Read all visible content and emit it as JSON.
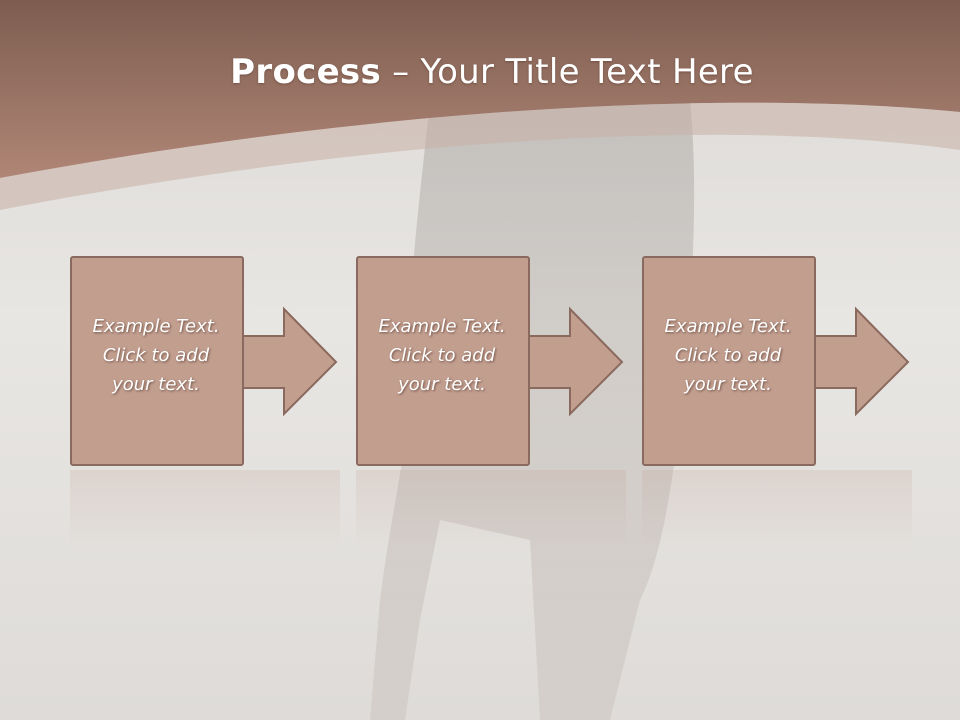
{
  "colors": {
    "header_top": "#7d5d50",
    "header_bottom": "#b08676",
    "box_fill": "#c29e8f",
    "box_stroke": "#8a6a5e",
    "text": "#ffffff"
  },
  "slide": {
    "title_bold": "Process",
    "title_rest": " – Your Title Text Here"
  },
  "steps": [
    {
      "lines": [
        "Example Text.",
        "Click  to add",
        "your text."
      ]
    },
    {
      "lines": [
        "Example Text.",
        "Click  to add",
        "your text."
      ]
    },
    {
      "lines": [
        "Example Text.",
        "Click  to add",
        "your text."
      ]
    }
  ]
}
